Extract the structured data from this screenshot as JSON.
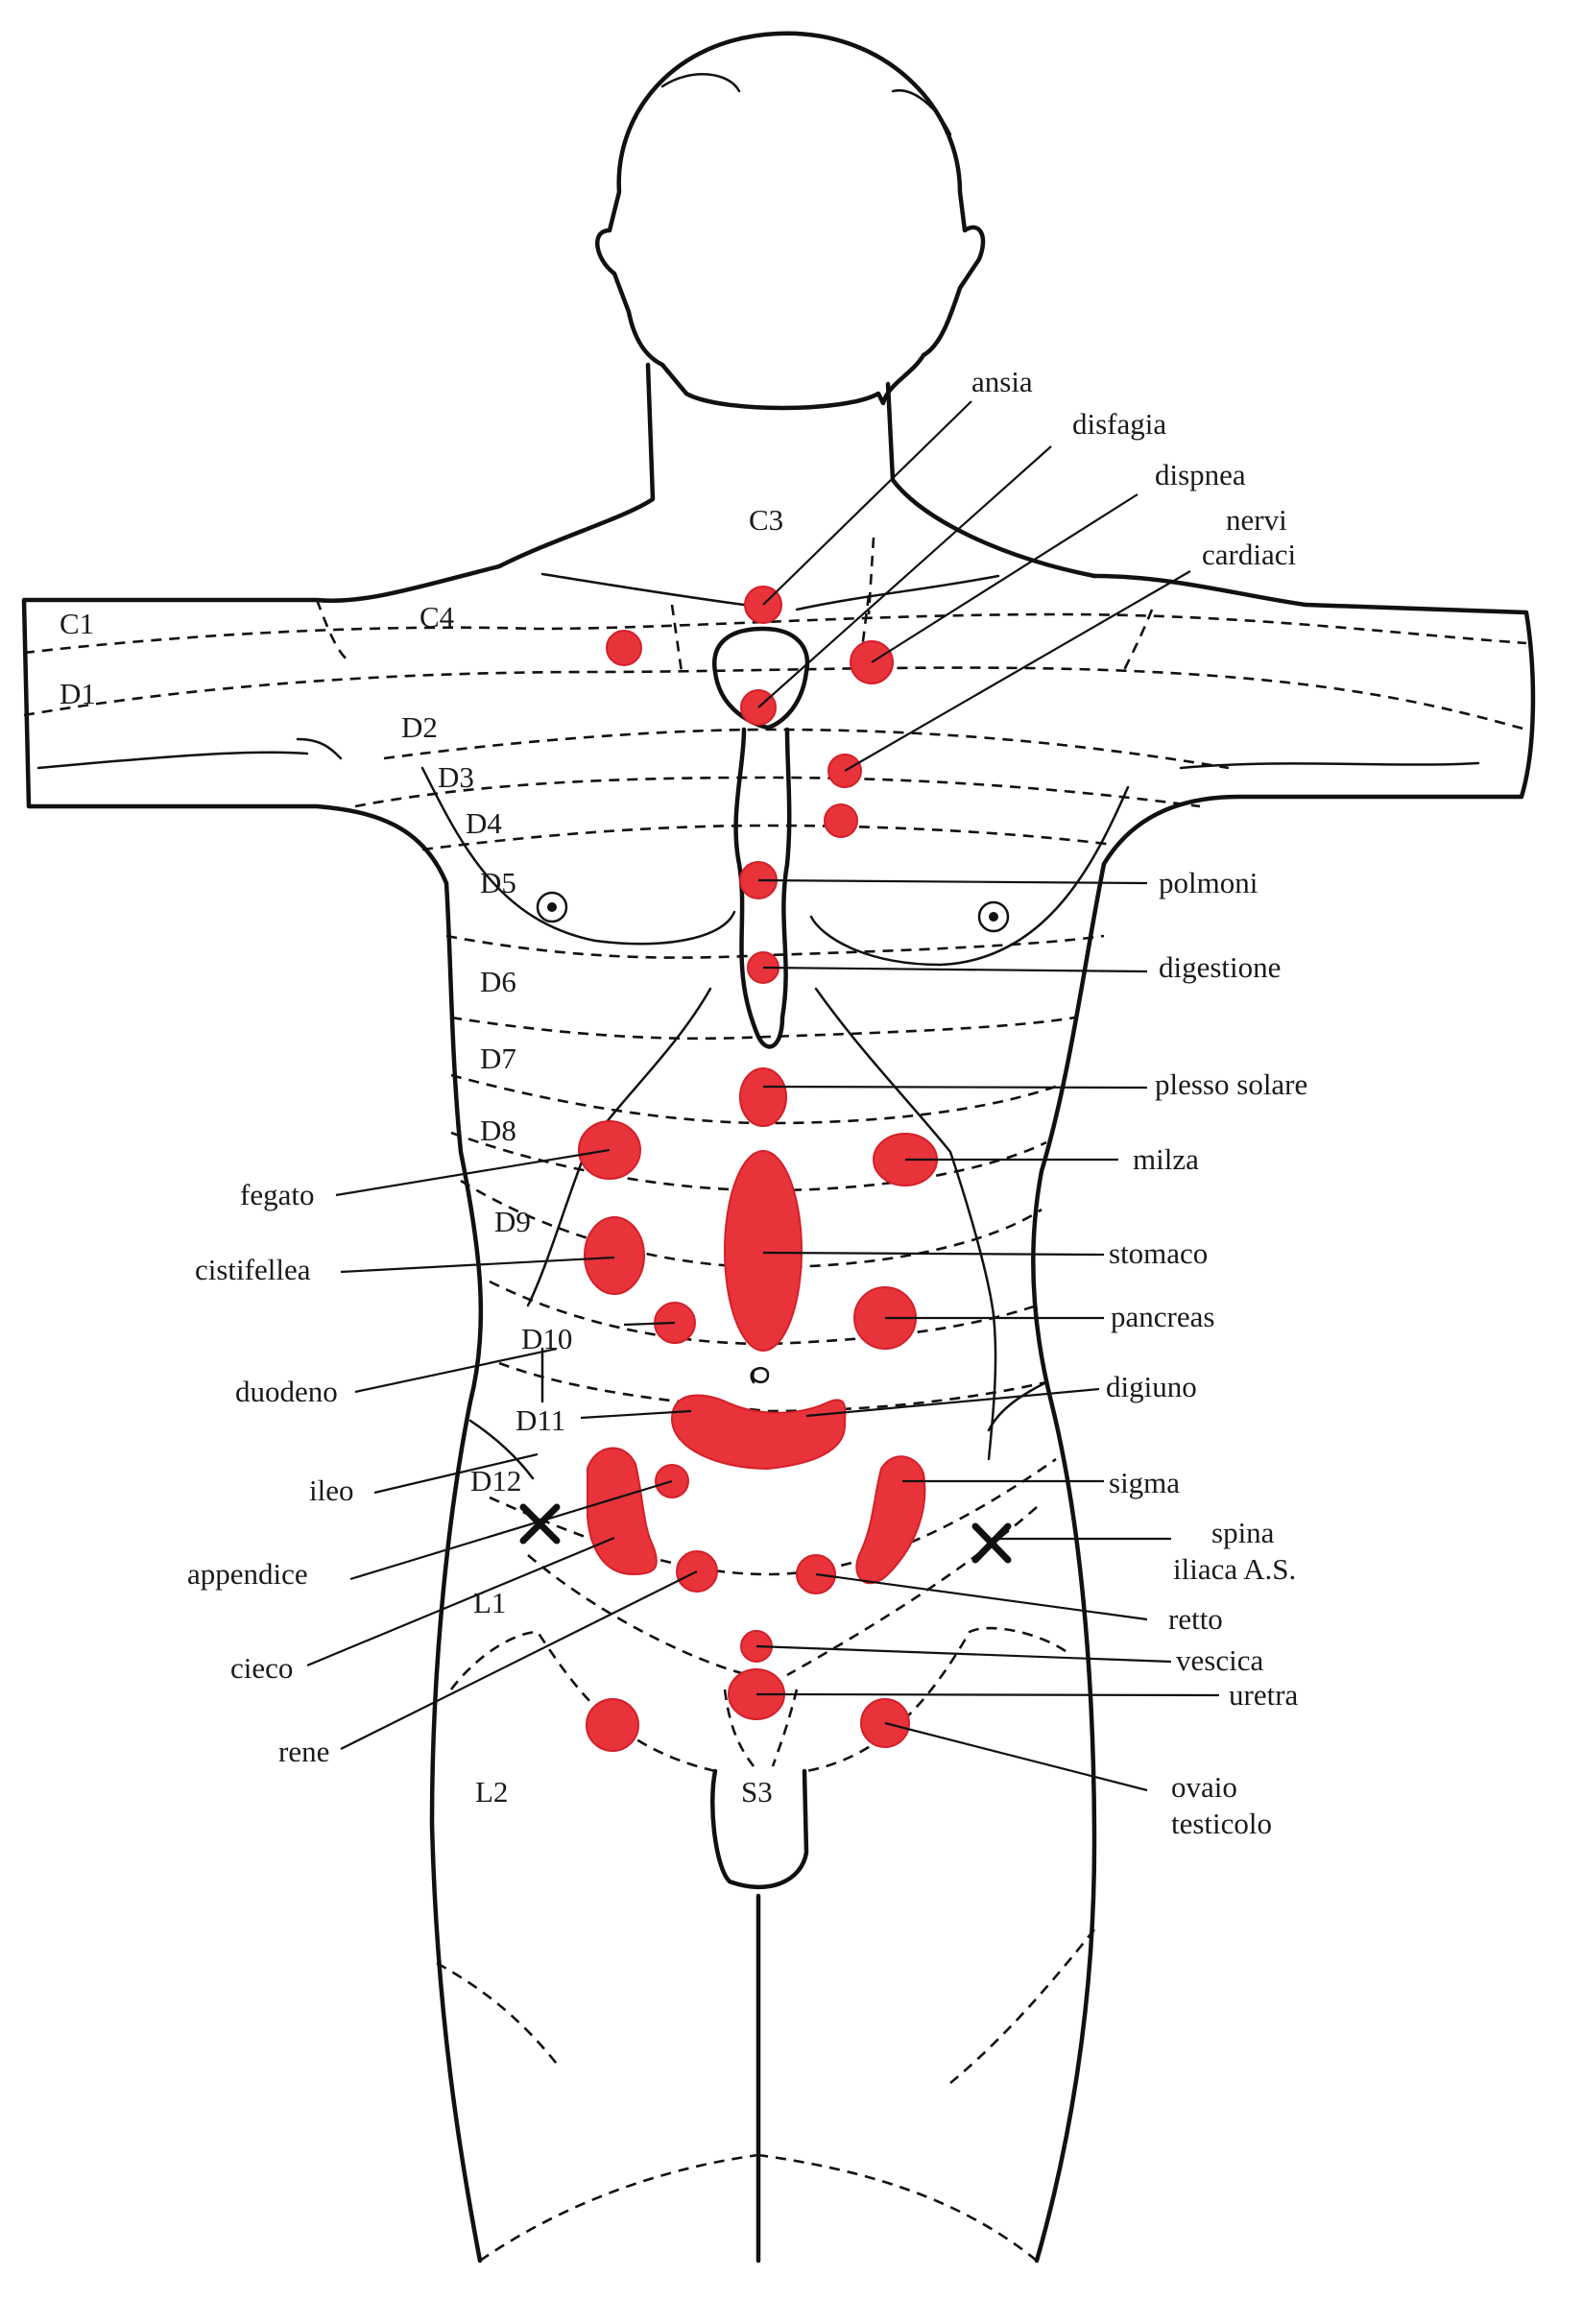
{
  "colors": {
    "spot": "#e8333b",
    "line": "#111111",
    "background": "#ffffff"
  },
  "segments": [
    "C3",
    "C1",
    "C4",
    "D1",
    "D2",
    "D3",
    "D4",
    "D5",
    "D6",
    "D7",
    "D8",
    "D9",
    "D10",
    "D11",
    "D12",
    "L1",
    "L2",
    "S3"
  ],
  "labels": {
    "ansia": "ansia",
    "disfagia": "disfagia",
    "dispnea": "dispnea",
    "nervi_1": "nervi",
    "nervi_2": "cardiaci",
    "polmoni": "polmoni",
    "digestione": "digestione",
    "plesso": "plesso solare",
    "milza": "milza",
    "stomaco": "stomaco",
    "pancreas": "pancreas",
    "digiuno": "digiuno",
    "sigma": "sigma",
    "spina_1": "spina",
    "spina_2": "iliaca A.S.",
    "retto": "retto",
    "vescica": "vescica",
    "uretra": "uretra",
    "ovaio_1": "ovaio",
    "ovaio_2": "testicolo",
    "fegato": "fegato",
    "cistifellea": "cistifellea",
    "duodeno": "duodeno",
    "ileo": "ileo",
    "appendice": "appendice",
    "cieco": "cieco",
    "rene": "rene"
  }
}
